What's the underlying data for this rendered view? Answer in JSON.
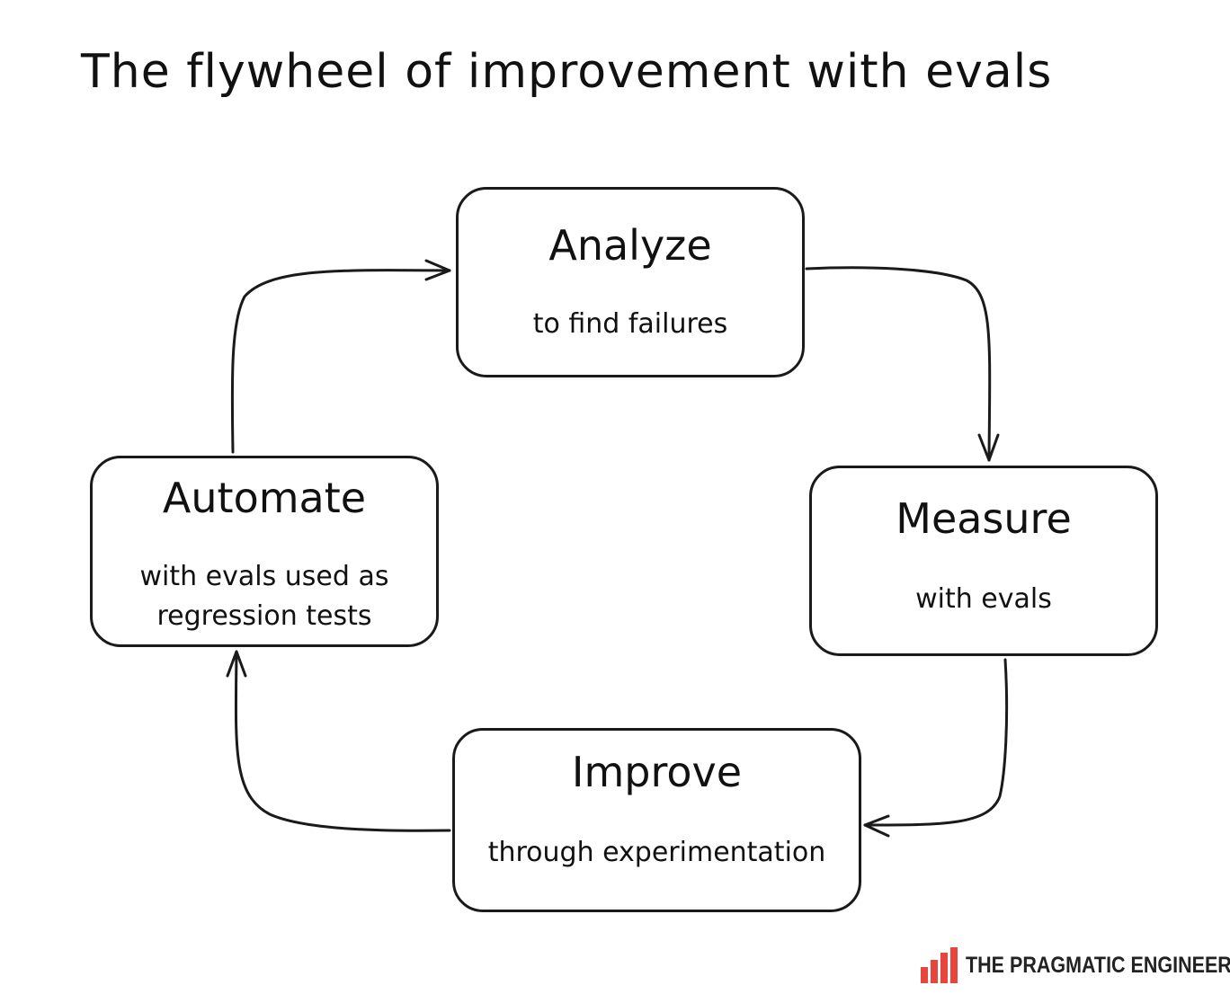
{
  "title": "The flywheel of improvement with evals",
  "nodes": {
    "analyze": {
      "heading": "Analyze",
      "sub": "to find failures"
    },
    "measure": {
      "heading": "Measure",
      "sub": "with evals"
    },
    "improve": {
      "heading": "Improve",
      "sub": "through experimentation"
    },
    "automate": {
      "heading": "Automate",
      "sub": "with evals used as regression tests"
    }
  },
  "edges": [
    {
      "from": "analyze",
      "to": "measure"
    },
    {
      "from": "measure",
      "to": "improve"
    },
    {
      "from": "improve",
      "to": "automate"
    },
    {
      "from": "automate",
      "to": "analyze"
    }
  ],
  "brand": {
    "name": "THE PRAGMATIC ENGINEER",
    "logo_icon": "bar-chart-logo-icon",
    "logo_color": "#e8453c"
  }
}
